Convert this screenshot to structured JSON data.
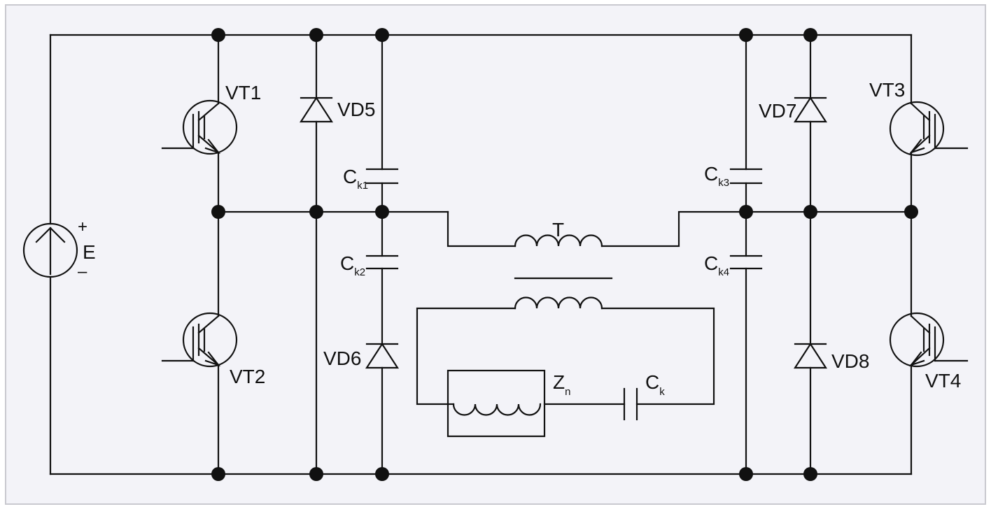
{
  "labels": {
    "vt1": "VT1",
    "vt2": "VT2",
    "vt3": "VT3",
    "vt4": "VT4",
    "vd5": "VD5",
    "vd6": "VD6",
    "vd7": "VD7",
    "vd8": "VD8",
    "ck1": {
      "main": "C",
      "sub": "k1"
    },
    "ck2": {
      "main": "C",
      "sub": "k2"
    },
    "ck3": {
      "main": "C",
      "sub": "k3"
    },
    "ck4": {
      "main": "C",
      "sub": "k4"
    },
    "ck": {
      "main": "C",
      "sub": "k"
    },
    "zn": {
      "main": "Z",
      "sub": "n"
    },
    "transformer": "T",
    "source": "E",
    "plus": "+",
    "minus": "–"
  },
  "colors": {
    "background": "#f3f3f8",
    "border": "#c9c9cf",
    "ink": "#111111"
  }
}
